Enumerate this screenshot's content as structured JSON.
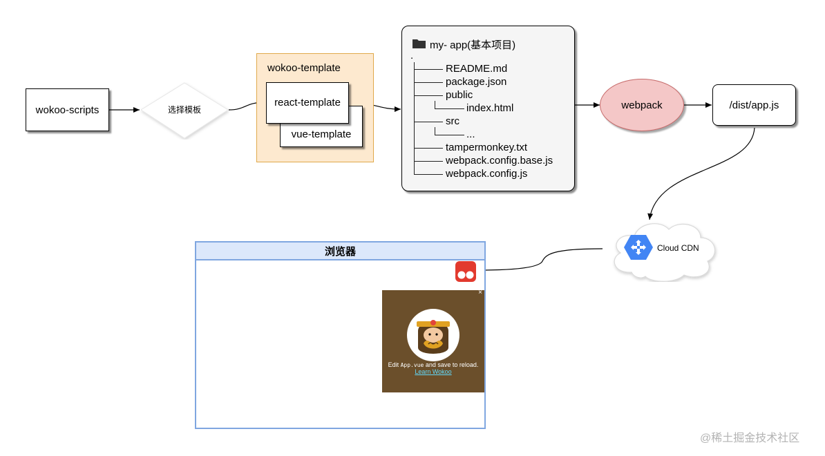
{
  "nodes": {
    "wokoo_scripts": "wokoo-scripts",
    "choose_template": "选择模板",
    "template_group_title": "wokoo-template",
    "react_template": "react-template",
    "vue_template": "vue-template",
    "webpack": "webpack",
    "dist": "/dist/app.js",
    "cloud_cdn": "Cloud CDN"
  },
  "project": {
    "title": "my- app(基本项目)",
    "root": ".",
    "files": {
      "readme": "README.md",
      "package": "package.json",
      "public": "public",
      "index_html": "index.html",
      "src": "src",
      "src_child": "...",
      "tampermonkey": "tampermonkey.txt",
      "webpack_base": "webpack.config.base.js",
      "webpack_config": "webpack.config.js"
    }
  },
  "browser": {
    "title": "浏览器",
    "overlay_text_prefix": "Edit ",
    "overlay_code": "App.vue",
    "overlay_text_suffix": " and save to reload.",
    "overlay_link": "Learn Wokoo",
    "close_glyph": "×"
  },
  "watermark": "@稀土掘金技术社区",
  "colors": {
    "template_fill": "#fde9cf",
    "template_border": "#e0a94a",
    "webpack_fill": "#f4c7c7",
    "webpack_border": "#c66a6a",
    "browser_border": "#7fa6e0",
    "browser_header": "#dce8fb",
    "overlay_bg": "#6b4f2b",
    "tampermonkey_red": "#e23a2e",
    "gcp_blue": "#4285f4"
  },
  "icons": {
    "folder": "folder-icon",
    "tampermonkey": "tampermonkey-icon",
    "cloud_cdn": "cloud-cdn-icon",
    "close": "close-icon",
    "monkey": "monkey-king-icon"
  }
}
